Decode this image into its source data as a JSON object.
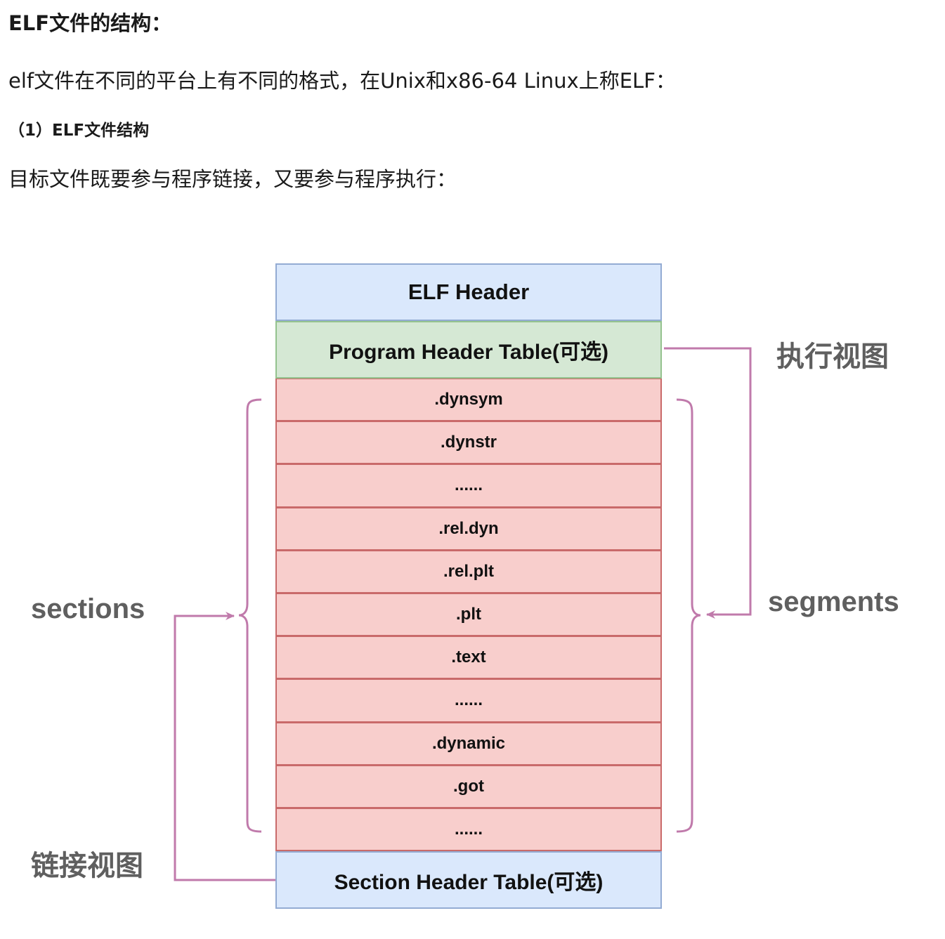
{
  "text": {
    "heading": "ELF文件的结构：",
    "intro": "elf文件在不同的平台上有不同的格式，在Unix和x86-64 Linux上称ELF：",
    "subheading": "（1）ELF文件结构",
    "desc": "目标文件既要参与程序链接，又要参与程序执行："
  },
  "diagram": {
    "elf_header": "ELF Header",
    "program_header_table": "Program Header Table(可选)",
    "section_rows": [
      ".dynsym",
      ".dynstr",
      "......",
      ".rel.dyn",
      ".rel.plt",
      ".plt",
      ".text",
      "......",
      ".dynamic",
      ".got",
      "......"
    ],
    "section_header_table": "Section Header Table(可选)",
    "labels": {
      "execution_view": "执行视图",
      "linking_view": "链接视图",
      "sections": "sections",
      "segments": "segments"
    },
    "colors": {
      "header_fill": "#dae8fc",
      "program_header_fill": "#d5e8d4",
      "section_fill": "#f8cecc",
      "connector": "#c07aab",
      "label_text": "#5f5f5f"
    }
  }
}
